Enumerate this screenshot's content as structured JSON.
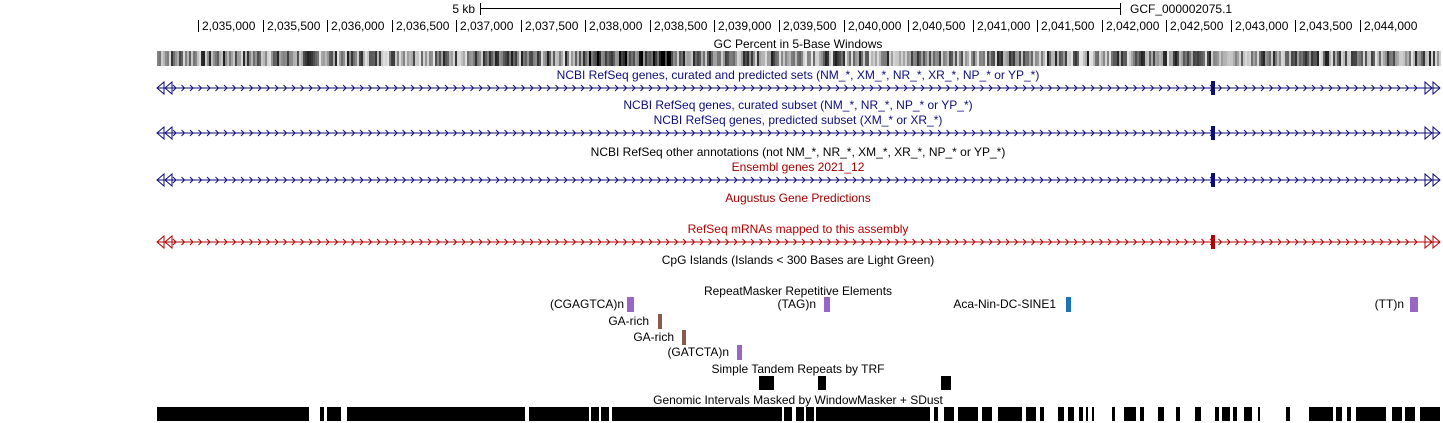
{
  "scale": {
    "label": "5 kb",
    "assembly": "GCF_000002075.1"
  },
  "ruler": {
    "ticks": [
      "2,035,000",
      "2,035,500",
      "2,036,000",
      "2,036,500",
      "2,037,000",
      "2,037,500",
      "2,038,000",
      "2,038,500",
      "2,039,000",
      "2,039,500",
      "2,040,000",
      "2,040,500",
      "2,041,000",
      "2,041,500",
      "2,042,000",
      "2,042,500",
      "2,043,000",
      "2,043,500",
      "2,044,000"
    ]
  },
  "colors": {
    "refseq_blue": "#0d0d7a",
    "ensembl_red": "#a30000",
    "mrna_red": "#b30000",
    "repeat_purple": "#9a66c6",
    "repeat_brown": "#8b5a4a",
    "repeat_blue": "#1c73b8"
  },
  "tracks": {
    "gc_percent": "GC Percent in 5-Base Windows",
    "refseq_all": "NCBI RefSeq genes, curated and predicted sets (NM_*, XM_*, NR_*, XR_*, NP_* or YP_*)",
    "refseq_curated": "NCBI RefSeq genes, curated subset (NM_*, NR_*, NP_* or YP_*)",
    "refseq_predicted": "NCBI RefSeq genes, predicted subset (XM_* or XR_*)",
    "refseq_other": "NCBI RefSeq other annotations (not NM_*, NR_*, XM_*, XR_*, NP_* or YP_*)",
    "ensembl": "Ensembl genes 2021_12",
    "augustus": "Augustus Gene Predictions",
    "refseq_mrna": "RefSeq mRNAs mapped to this assembly",
    "cpg": "CpG Islands (Islands < 300 Bases are Light Green)",
    "repeatmasker": "RepeatMasker Repetitive Elements",
    "trf": "Simple Tandem Repeats by TRF",
    "windowmasker": "Genomic Intervals Masked by WindowMasker + SDust"
  },
  "repeats": [
    {
      "label": "(CGAGTCA)n",
      "class": "purple"
    },
    {
      "label": "(TAG)n",
      "class": "purple"
    },
    {
      "label": "Aca-Nin-DC-SINE1",
      "class": "blue"
    },
    {
      "label": "(TT)n",
      "class": "purple"
    },
    {
      "label": "GA-rich",
      "class": "brown"
    },
    {
      "label": "GA-rich",
      "class": "brown"
    },
    {
      "label": "(GATCTA)n",
      "class": "purple"
    }
  ]
}
